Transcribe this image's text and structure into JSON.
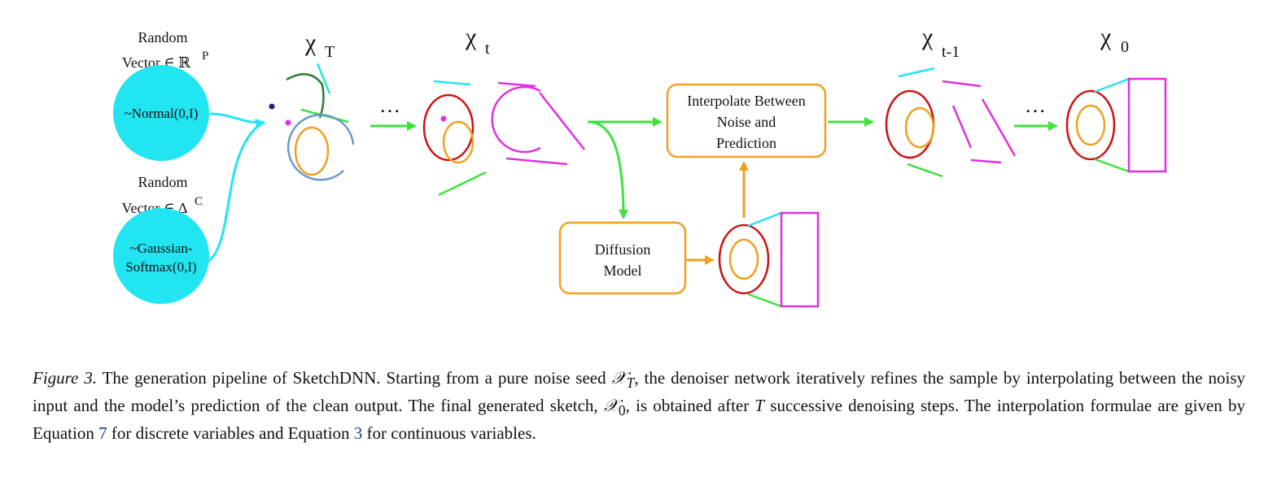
{
  "figure": {
    "inputs": [
      {
        "label_line1": "Random",
        "label_line2": "Vector ∈ ℝ",
        "label_sup": "P",
        "circle_text": [
          "~Normal(0,I)"
        ]
      },
      {
        "label_line1": "Random",
        "label_line2": "Vector ∈ Δ",
        "label_sup": "C",
        "circle_text": [
          "~Gaussian-",
          "Softmax(0,I)"
        ]
      }
    ],
    "step_labels": [
      {
        "symbol": "χ",
        "sub": "T"
      },
      {
        "symbol": "χ",
        "sub": "t"
      },
      {
        "symbol": "χ",
        "sub": "t-1"
      },
      {
        "symbol": "χ",
        "sub": "0"
      }
    ],
    "ellipsis": "…",
    "interpolate_box": [
      "Interpolate Between",
      "Noise and",
      "Prediction"
    ],
    "diffusion_box": [
      "Diffusion",
      "Model"
    ],
    "colors": {
      "cyan": "#22e5f2",
      "green": "#3ee23e",
      "orange": "#f0a020",
      "red": "#d01010",
      "magenta": "#e030e0",
      "blue": "#6699cc",
      "dark_green": "#2e7d32",
      "navy": "#1a237e"
    }
  },
  "caption": {
    "label": "Figure 3.",
    "part1": " The generation pipeline of SketchDNN. Starting from a pure noise seed ",
    "seed_symbol": "𝒳",
    "seed_sub": "T",
    "part2": ", the denoiser network iteratively refines the sample by interpolating between the noisy input and the model’s prediction of the clean output. The final generated sketch, ",
    "final_symbol": "𝒳",
    "final_sub": "0",
    "part3": ", is obtained after ",
    "steps_symbol": "T",
    "part4": " successive denoising steps. The interpolation formulae are given by Equation ",
    "eq_discrete": "7",
    "part5": " for discrete variables and Equation ",
    "eq_continuous": "3",
    "part6": " for continuous variables."
  }
}
